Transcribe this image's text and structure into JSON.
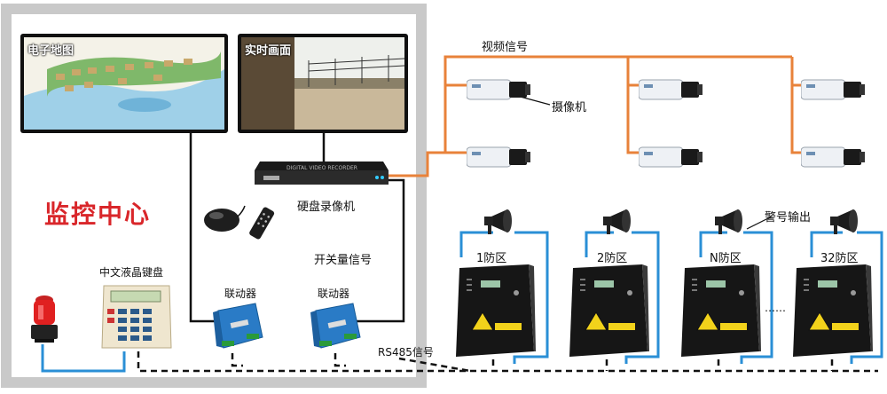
{
  "control_center": {
    "title": "监控中心",
    "electronic_map_title": "电子地图",
    "live_view_title": "实时画面",
    "dvr_label": "硬盘录像机",
    "dvr_panel_text": "DIGITAL VIDEO RECORDER",
    "keyboard_label": "中文液晶键盘",
    "linkage1_label": "联动器",
    "linkage2_label": "联动器",
    "switch_signal_label": "开关量信号"
  },
  "signals": {
    "video_signal": "视频信号",
    "rs485_signal": "RS485信号",
    "alarm_output": "警号输出",
    "camera_label": "摄像机"
  },
  "zones": {
    "zone1": "1防区",
    "zone2": "2防区",
    "zoneN": "N防区",
    "zone32": "32防区",
    "ellipsis": "……"
  },
  "colors": {
    "video_line": "#e8823a",
    "zone_line": "#2a8fd6",
    "frame": "#c9c9c9",
    "title_red": "#d9262a"
  }
}
